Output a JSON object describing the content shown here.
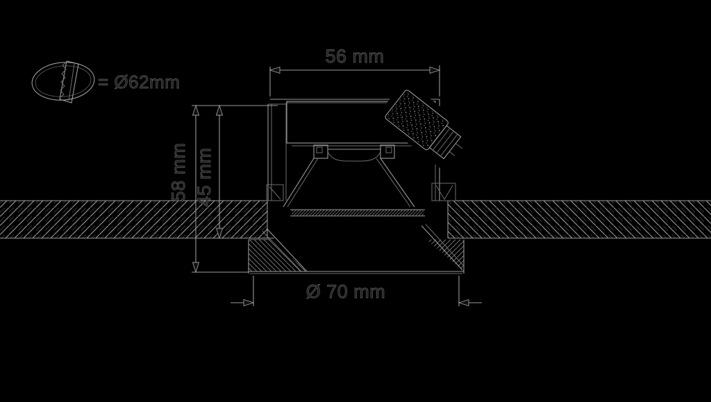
{
  "drawing": {
    "type": "recessed-downlight-cross-section",
    "cutout_note": "= Ø62mm",
    "dimensions": {
      "top_width": "56 mm",
      "total_height": "58 mm",
      "recess_depth": "45 mm",
      "bottom_diameter": "Ø 70 mm"
    },
    "colors": {
      "background": "#000000",
      "line_main": "#9a9a9a",
      "line_secondary": "#6e6e6e",
      "text_fill": "#1b1b1b",
      "text_edge": "#4f4f4f"
    }
  }
}
